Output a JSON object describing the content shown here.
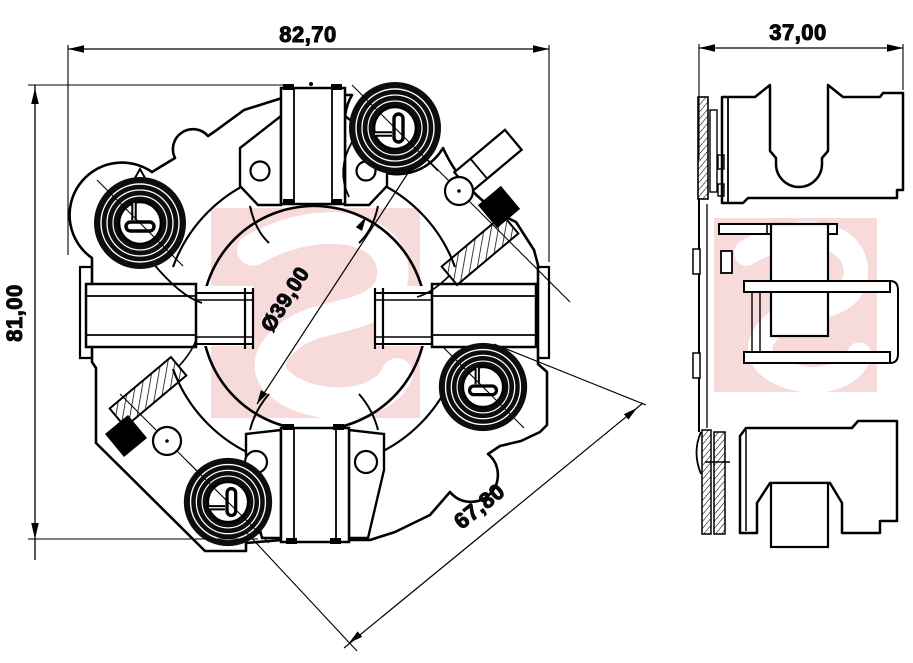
{
  "drawing": {
    "type": "technical-drawing",
    "views": {
      "front": "brush-holder-front-view",
      "side": "brush-holder-side-section-view"
    },
    "dims": {
      "width": "82,70",
      "height": "81,00",
      "depth": "37,00",
      "bore": "Ø39,00",
      "diagonal": "67,80"
    },
    "colors": {
      "line": "#000000",
      "background": "#ffffff",
      "watermark_pink": "#f7dbdb",
      "watermark_white": "#ffffff"
    }
  }
}
